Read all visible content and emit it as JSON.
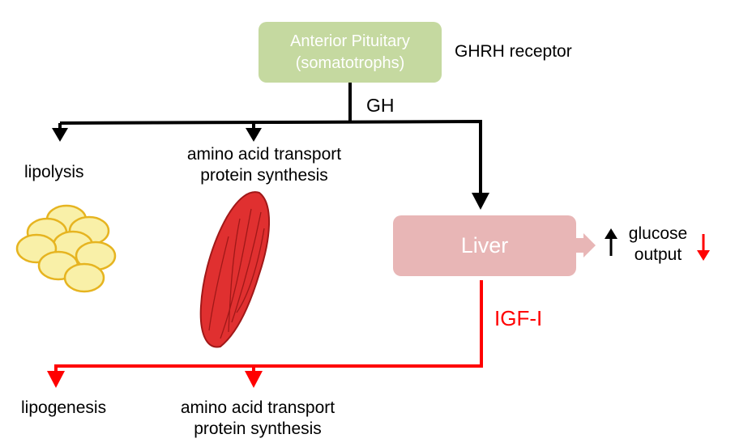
{
  "pituitary": {
    "line1": "Anterior Pituitary",
    "line2": "(somatotrophs)",
    "color": "#c5d9a0"
  },
  "receptor_label": "GHRH receptor",
  "gh_label": "GH",
  "upper_targets": {
    "fat": "lipolysis",
    "muscle_line1": "amino acid transport",
    "muscle_line2": "protein synthesis"
  },
  "liver": {
    "label": "Liver",
    "color": "#e8b6b6"
  },
  "glucose": {
    "line1": "glucose",
    "line2": "output"
  },
  "igf_label": "IGF-I",
  "lower_targets": {
    "fat": "lipogenesis",
    "muscle_line1": "amino acid transport",
    "muscle_line2": "protein synthesis"
  },
  "colors": {
    "gh_path": "#000000",
    "igf_path": "#ff0000",
    "fat_cells": "#f9f0a8",
    "muscle": "#e03030"
  },
  "icons": [
    "fat-cells-icon",
    "muscle-icon",
    "up-arrow-icon",
    "down-arrow-icon"
  ]
}
